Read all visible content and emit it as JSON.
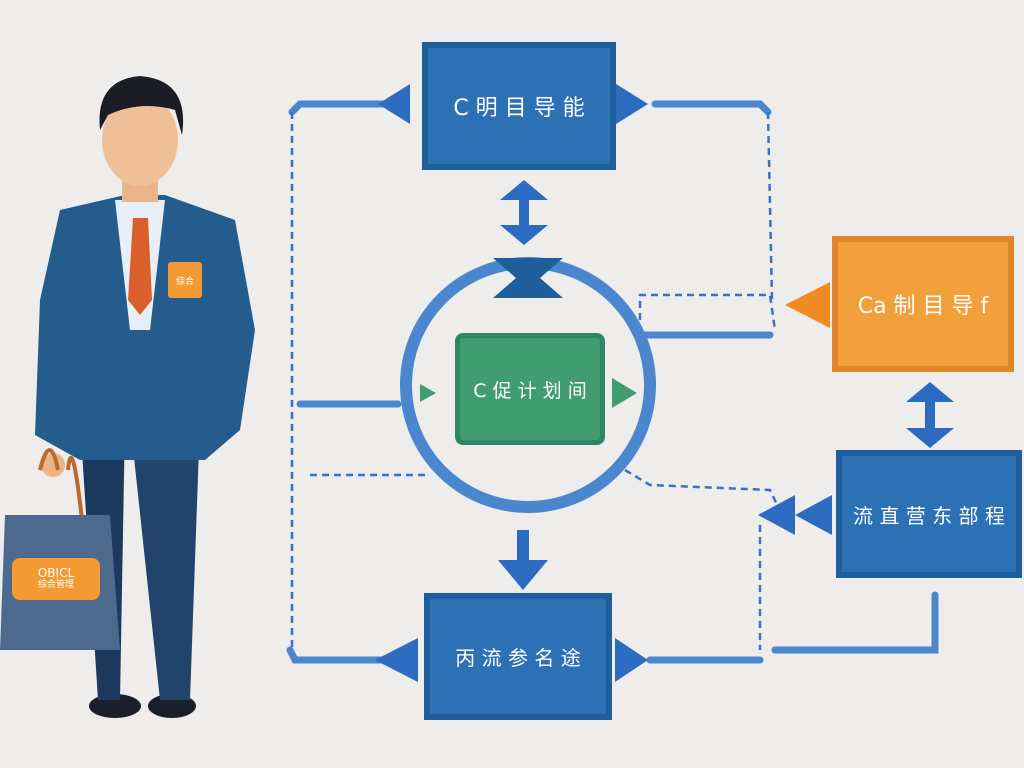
{
  "nodes": {
    "top": "C 明 目 导 能",
    "center": "C 促 计 划 间",
    "orange": "Ca 制 目 导 f",
    "right": "流 直 营 东 部 程",
    "bottom": "丙 流 参 名 途"
  },
  "person": {
    "badge": "综合",
    "bag_label_line1": "OBICL",
    "bag_label_line2": "综合管理"
  },
  "colors": {
    "blue": "#2b71b4",
    "green": "#3f9d70",
    "orange": "#f2a03c",
    "background": "#eeedeb"
  }
}
